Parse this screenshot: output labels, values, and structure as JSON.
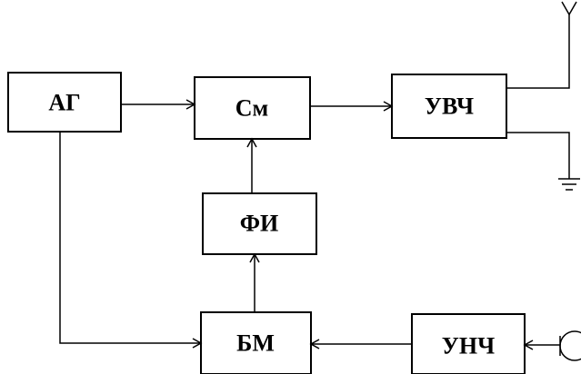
{
  "diagram": {
    "blocks": {
      "ag": "АГ",
      "sm": "См",
      "uvch": "УВЧ",
      "fi": "ФИ",
      "bm": "БМ",
      "unch": "УНЧ"
    }
  }
}
